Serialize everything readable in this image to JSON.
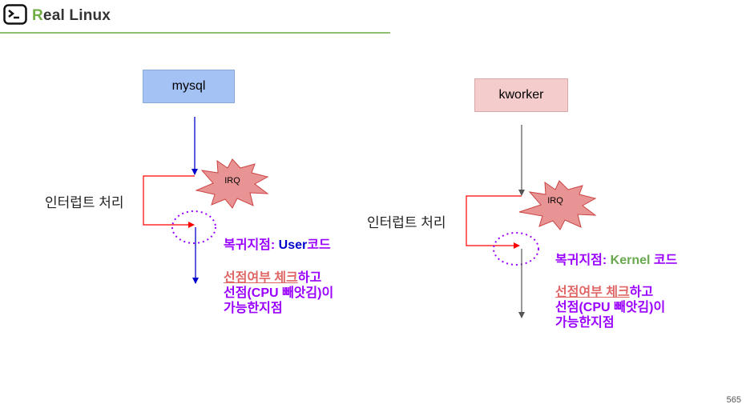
{
  "header": {
    "title_first_letter": "R",
    "title_rest": "eal Linux",
    "icon": "terminal-icon",
    "accent_color": "#70ad47"
  },
  "left": {
    "process": "mysql",
    "irq": "IRQ",
    "interrupt_label": "인터럽트 처리",
    "resume_prefix": "복귀지점:",
    "resume_code": "User",
    "resume_suffix": "코드",
    "desc_underlined": "선점여부 체크",
    "desc_line1_rest": "하고",
    "desc_line2": "선점(CPU 빼앗김)이",
    "desc_line3": "가능한지점",
    "arrow_color": "#0000cc"
  },
  "right": {
    "process": "kworker",
    "irq": "IRQ",
    "interrupt_label": "인터럽트 처리",
    "resume_prefix": "복귀지점:",
    "resume_code": "Kernel",
    "resume_suffix": "코드",
    "desc_underlined": "선점여부 체크",
    "desc_line1_rest": "하고",
    "desc_line2": "선점(CPU 빼앗김)이",
    "desc_line3": "가능한지점",
    "arrow_color": "#555555"
  },
  "page_number": "565"
}
